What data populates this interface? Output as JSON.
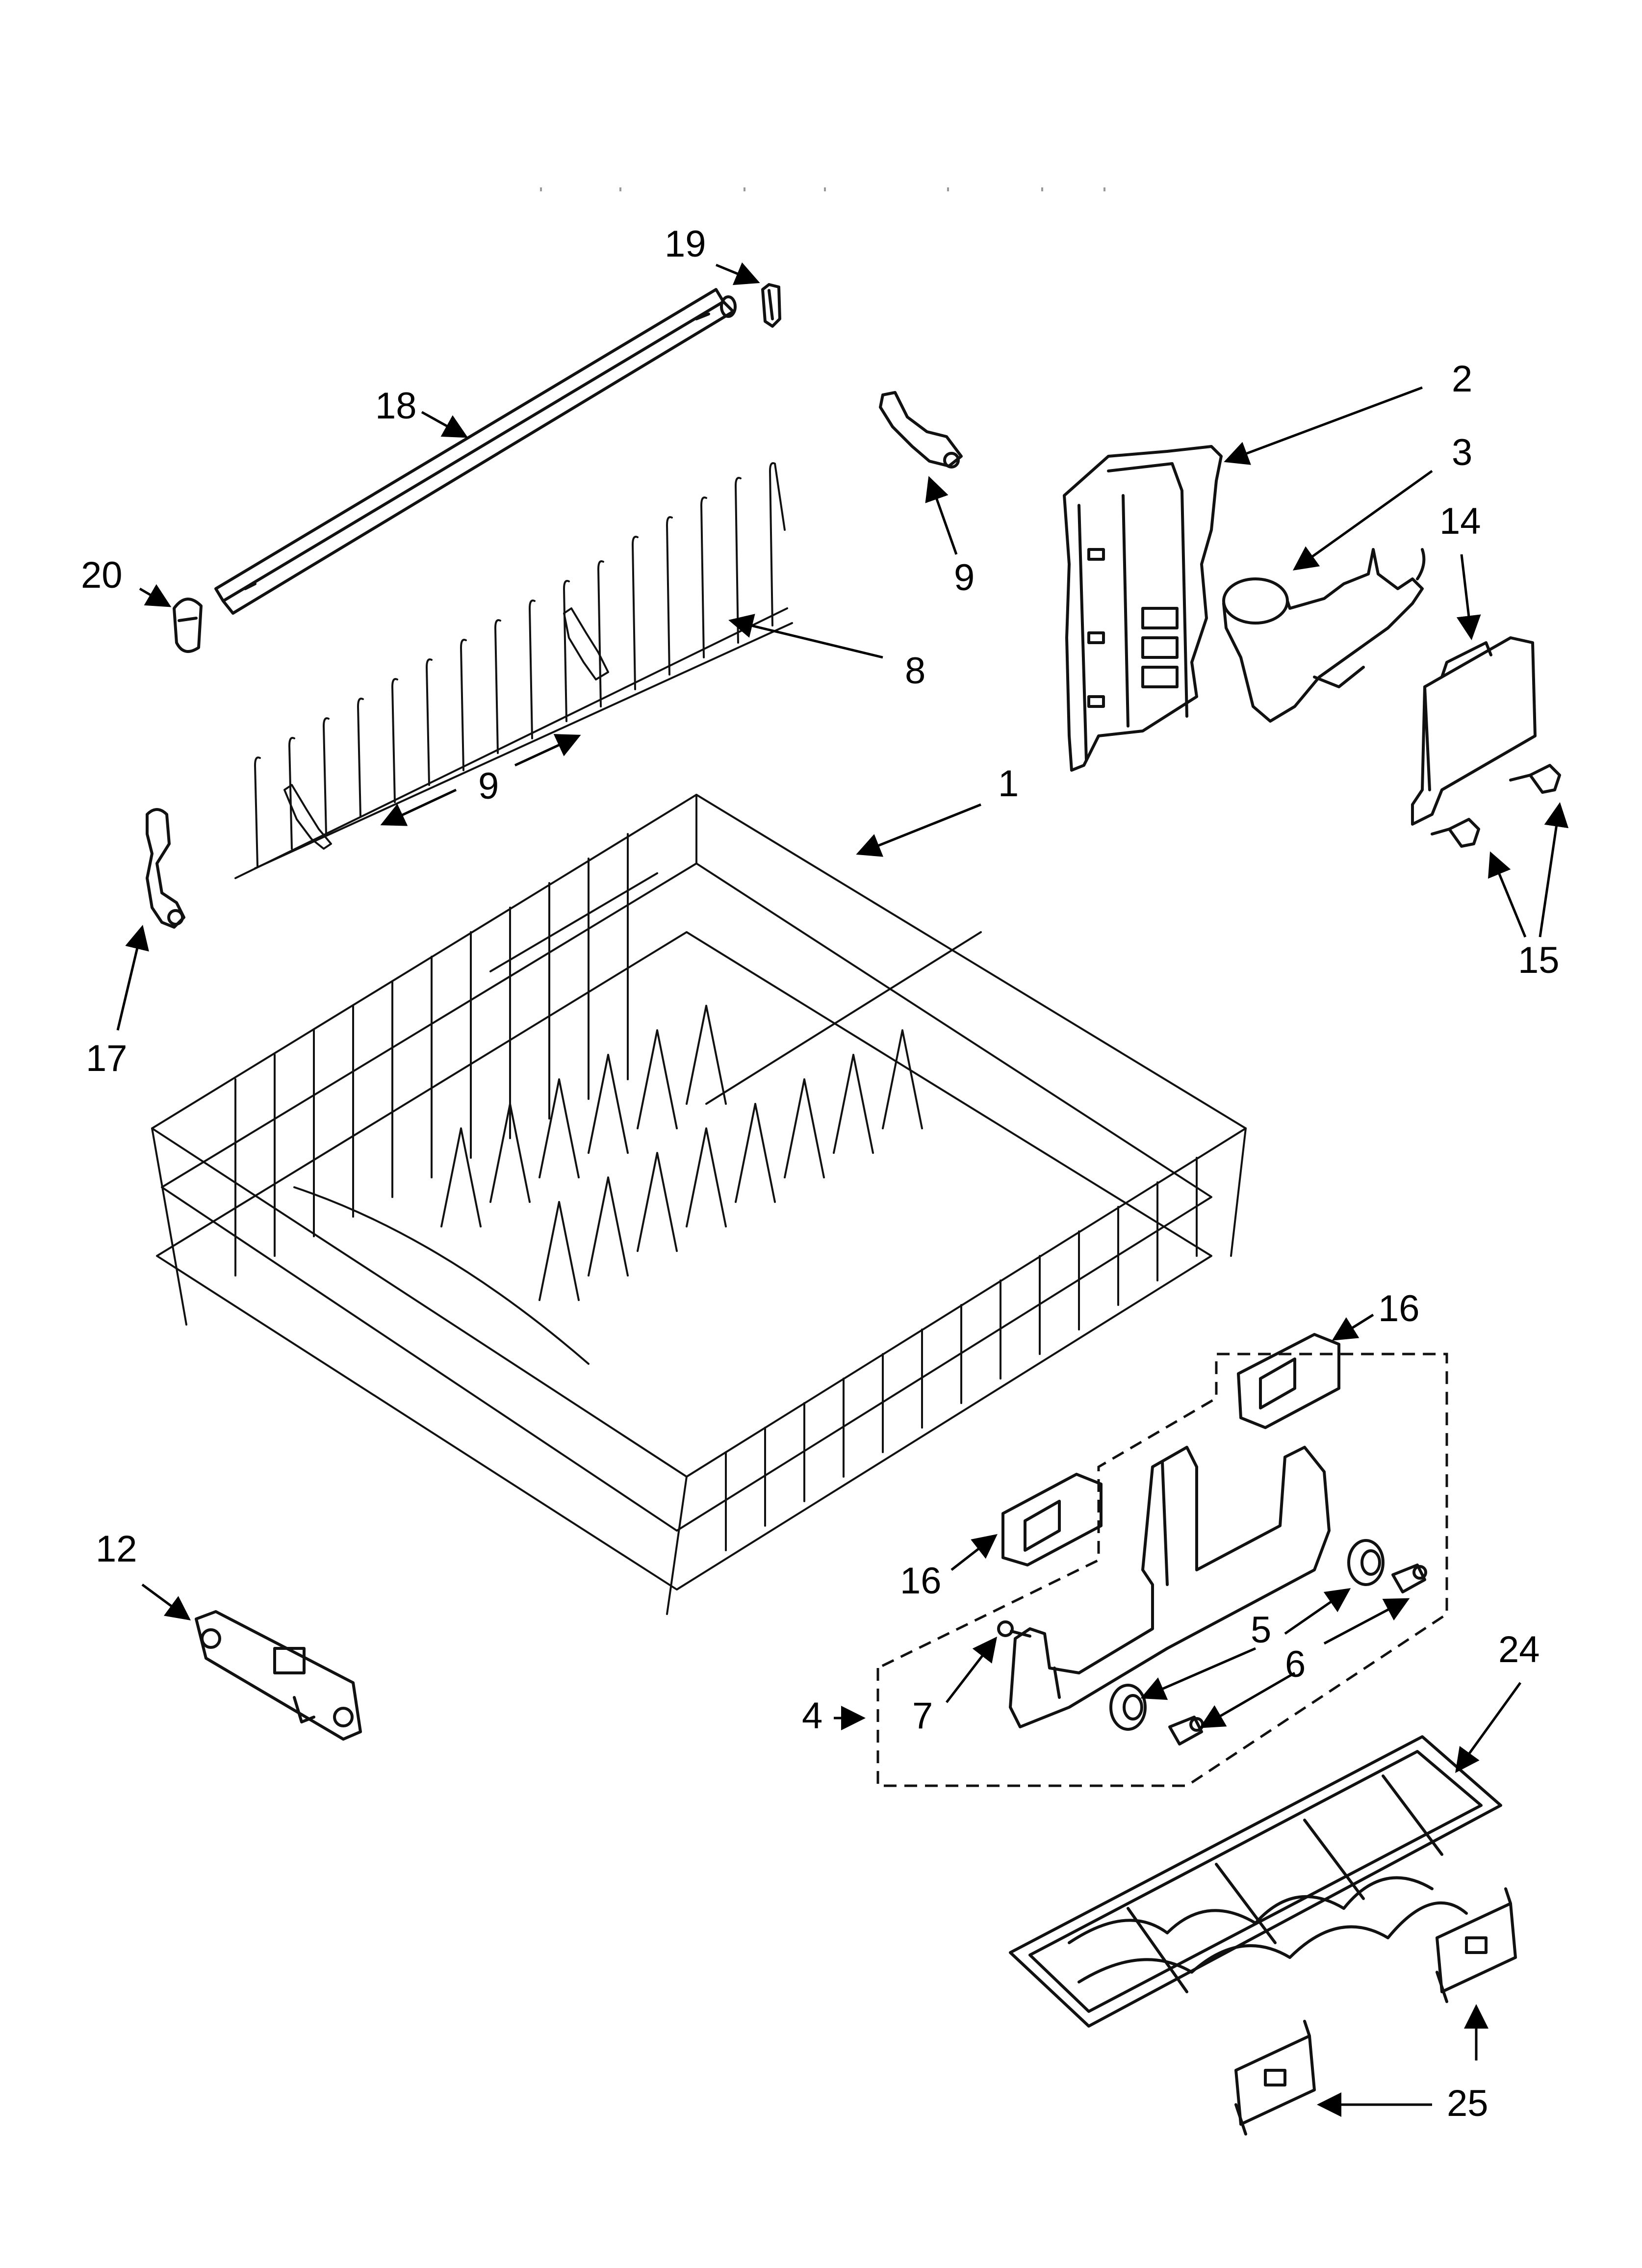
{
  "callouts": {
    "c1": "1",
    "c2": "2",
    "c3": "3",
    "c4": "4",
    "c5": "5",
    "c6": "6",
    "c7": "7",
    "c8": "8",
    "c9a": "9",
    "c9b": "9",
    "c12": "12",
    "c14": "14",
    "c15": "15",
    "c16a": "16",
    "c16b": "16",
    "c17": "17",
    "c18": "18",
    "c19": "19",
    "c20": "20",
    "c24": "24",
    "c25": "25"
  },
  "colors": {
    "ink": "#111111",
    "background": "#ffffff"
  }
}
